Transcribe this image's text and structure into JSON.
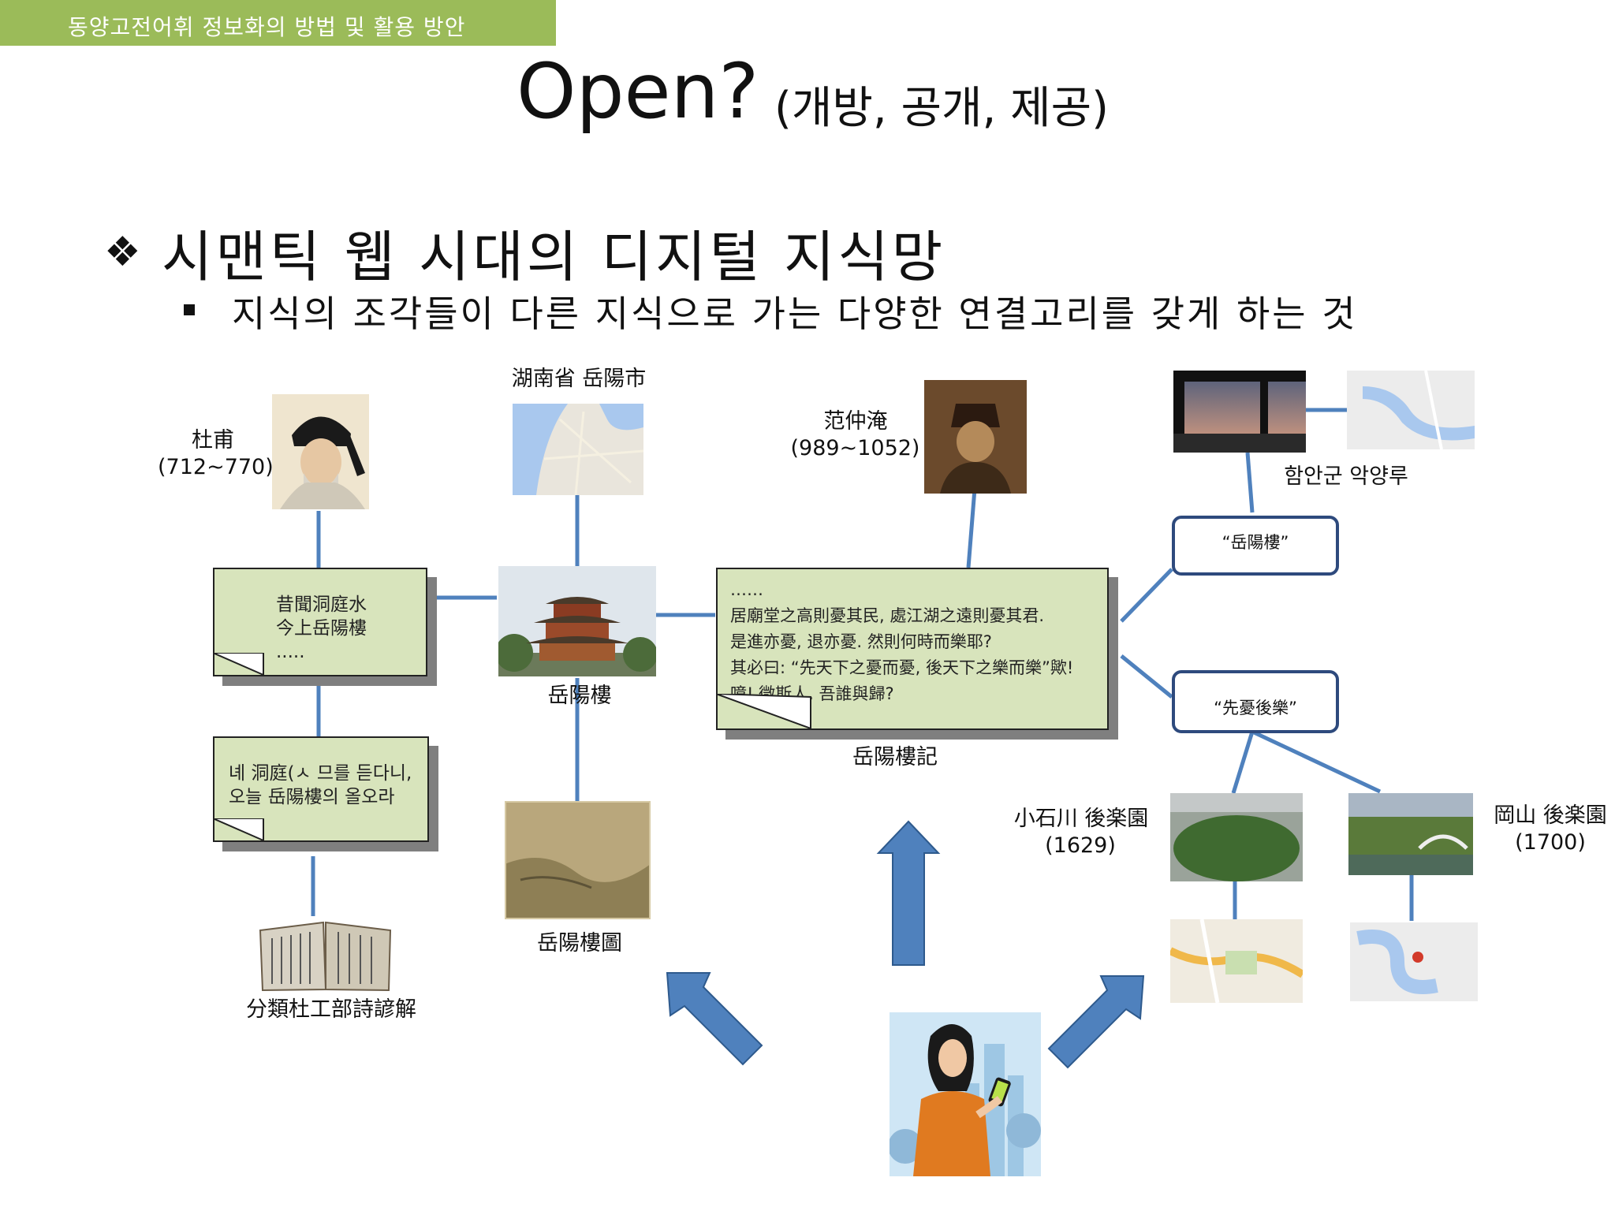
{
  "header": {
    "text": "동양고전어휘 정보화의 방법 및 활용 방안"
  },
  "title": {
    "main": "Open?",
    "sub": "(개방, 공개, 제공)"
  },
  "section": {
    "bullet": "❖",
    "heading": "시맨틱 웹 시대의 디지털 지식망",
    "subpoint": "지식의 조각들이 다른 지식으로 가는 다양한 연결고리를 갖게 하는 것"
  },
  "diagram": {
    "dufu_name": "杜甫",
    "dufu_years": "(712~770)",
    "poem_note": [
      "昔聞洞庭水",
      "今上岳陽樓",
      "....."
    ],
    "korean_note": [
      "녜 洞庭(ㅅ 므를 듣다니,",
      "오늘 岳陽樓의 올오라",
      "....."
    ],
    "book_label": "分類杜工部詩諺解",
    "hunan_label": "湖南省 岳陽市",
    "tower_label": "岳陽樓",
    "painting_label": "岳陽樓圖",
    "fan_name": "范仲淹",
    "fan_years": "(989~1052)",
    "record_lines": [
      "……",
      "居廟堂之高則憂其民, 處江湖之遠則憂其君.",
      "是進亦憂, 退亦憂. 然則何時而樂耶?",
      "其必曰: “先天下之憂而憂, 後天下之樂而樂”歟!",
      "噫! 微斯人, 吾誰與歸?"
    ],
    "record_label": "岳陽樓記",
    "haman_label": "함안군 악양루",
    "tag1": "“岳陽樓”",
    "tag2": "“先憂後樂”",
    "koishikawa_name": "小石川 後楽園",
    "koishikawa_year": "(1629)",
    "okayama_name": "岡山 後楽園",
    "okayama_year": "(1700)"
  },
  "colors": {
    "header_green": "#9bbb59",
    "note_green": "#d8e4bc",
    "connector_blue": "#4f81bd",
    "tag_border": "#2e4a7d",
    "arrow_blue": "#4f81bd"
  },
  "icons": [
    "diamond-bullet-icon",
    "square-bullet-icon",
    "up-arrow-icon",
    "up-left-arrow-icon",
    "up-right-arrow-icon"
  ]
}
